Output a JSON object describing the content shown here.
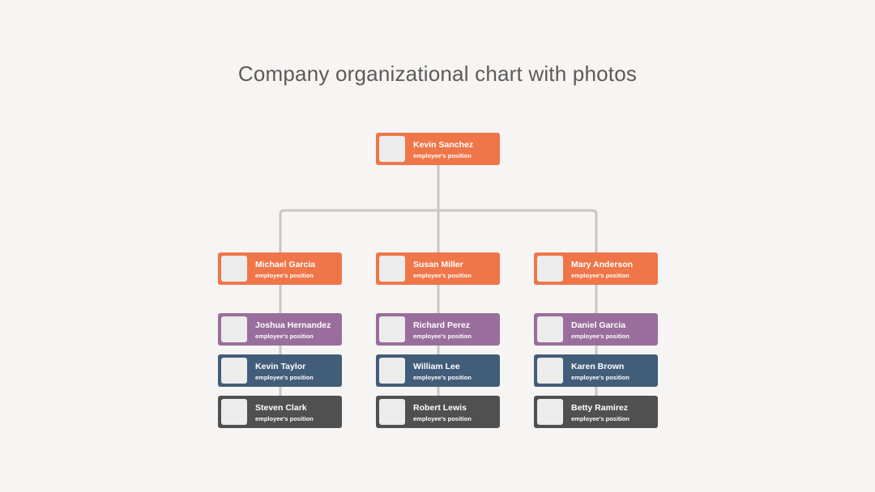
{
  "title": "Company organizational chart with photos",
  "colors": {
    "orange": "#ef7649",
    "purple": "#9a6e9c",
    "slate": "#425d79",
    "gray": "#505050",
    "connector": "#c9c6c3",
    "photo": "#ececec"
  },
  "icons": {
    "photo": "photo-placeholder-icon"
  },
  "root": {
    "name": "Kevin Sanchez",
    "position": "employee's position"
  },
  "managers": [
    {
      "name": "Michael Garcia",
      "position": "employee's position"
    },
    {
      "name": "Susan Miller",
      "position": "employee's position"
    },
    {
      "name": "Mary Anderson",
      "position": "employee's position"
    }
  ],
  "teams": [
    [
      {
        "name": "Joshua Hernandez",
        "position": "employee's position"
      },
      {
        "name": "Kevin Taylor",
        "position": "employee's position"
      },
      {
        "name": "Steven Clark",
        "position": "employee's position"
      }
    ],
    [
      {
        "name": "Richard Perez",
        "position": "employee's position"
      },
      {
        "name": "William Lee",
        "position": "employee's position"
      },
      {
        "name": "Robert Lewis",
        "position": "employee's position"
      }
    ],
    [
      {
        "name": "Daniel Garcia",
        "position": "employee's position"
      },
      {
        "name": "Karen Brown",
        "position": "employee's position"
      },
      {
        "name": "Betty Ramirez",
        "position": "employee's position"
      }
    ]
  ]
}
